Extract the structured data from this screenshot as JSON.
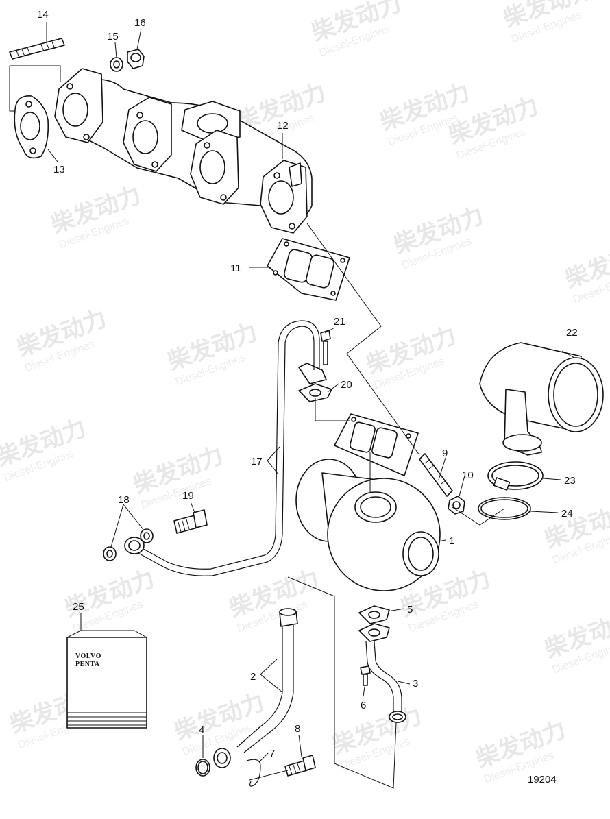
{
  "drawing_number": "19204",
  "watermark": {
    "brand_cn": "柴发动力",
    "brand_en": "Diesel-Engines"
  },
  "product_logo": {
    "line1": "VOLVO",
    "line2": "PENTA"
  },
  "callouts": [
    {
      "id": "1",
      "label": "1"
    },
    {
      "id": "2",
      "label": "2"
    },
    {
      "id": "3",
      "label": "3"
    },
    {
      "id": "4",
      "label": "4"
    },
    {
      "id": "5",
      "label": "5"
    },
    {
      "id": "6",
      "label": "6"
    },
    {
      "id": "7",
      "label": "7"
    },
    {
      "id": "8",
      "label": "8"
    },
    {
      "id": "9",
      "label": "9"
    },
    {
      "id": "10",
      "label": "10"
    },
    {
      "id": "11",
      "label": "11"
    },
    {
      "id": "12",
      "label": "12"
    },
    {
      "id": "13",
      "label": "13"
    },
    {
      "id": "14",
      "label": "14"
    },
    {
      "id": "15",
      "label": "15"
    },
    {
      "id": "16",
      "label": "16"
    },
    {
      "id": "17",
      "label": "17"
    },
    {
      "id": "18",
      "label": "18"
    },
    {
      "id": "19",
      "label": "19"
    },
    {
      "id": "20",
      "label": "20"
    },
    {
      "id": "21",
      "label": "21"
    },
    {
      "id": "22",
      "label": "22"
    },
    {
      "id": "23",
      "label": "23"
    },
    {
      "id": "24",
      "label": "24"
    },
    {
      "id": "25",
      "label": "25"
    }
  ]
}
